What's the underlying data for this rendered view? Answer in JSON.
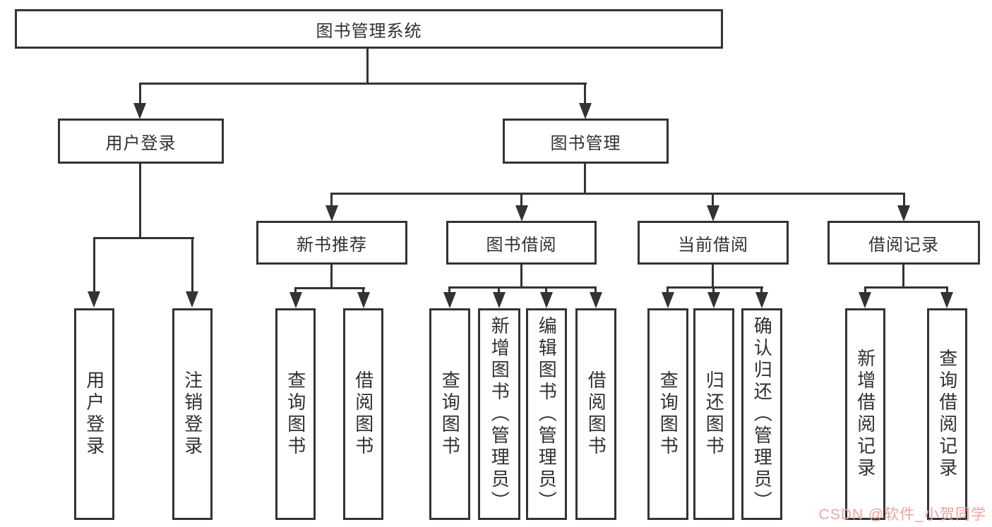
{
  "root": {
    "label": "图书管理系统"
  },
  "level2": [
    {
      "label": "用户登录"
    },
    {
      "label": "图书管理"
    }
  ],
  "level3": [
    {
      "label": "新书推荐"
    },
    {
      "label": "图书借阅"
    },
    {
      "label": "当前借阅"
    },
    {
      "label": "借阅记录"
    }
  ],
  "leaves": [
    {
      "label": "用户登录"
    },
    {
      "label": "注销登录"
    },
    {
      "label": "查询图书"
    },
    {
      "label": "借阅图书"
    },
    {
      "label": "查询图书"
    },
    {
      "label": "新增图书（管理员）"
    },
    {
      "label": "编辑图书（管理员）"
    },
    {
      "label": "借阅图书"
    },
    {
      "label": "查询图书"
    },
    {
      "label": "归还图书"
    },
    {
      "label": "确认归还（管理员）"
    },
    {
      "label": "新增借阅记录"
    },
    {
      "label": "查询借阅记录"
    }
  ],
  "watermark": {
    "text": "CSDN @软件_小贺同学"
  },
  "colors": {
    "line": "#333333",
    "box_border": "#333333",
    "watermark": "#eda3a3",
    "background": "#ffffff"
  }
}
